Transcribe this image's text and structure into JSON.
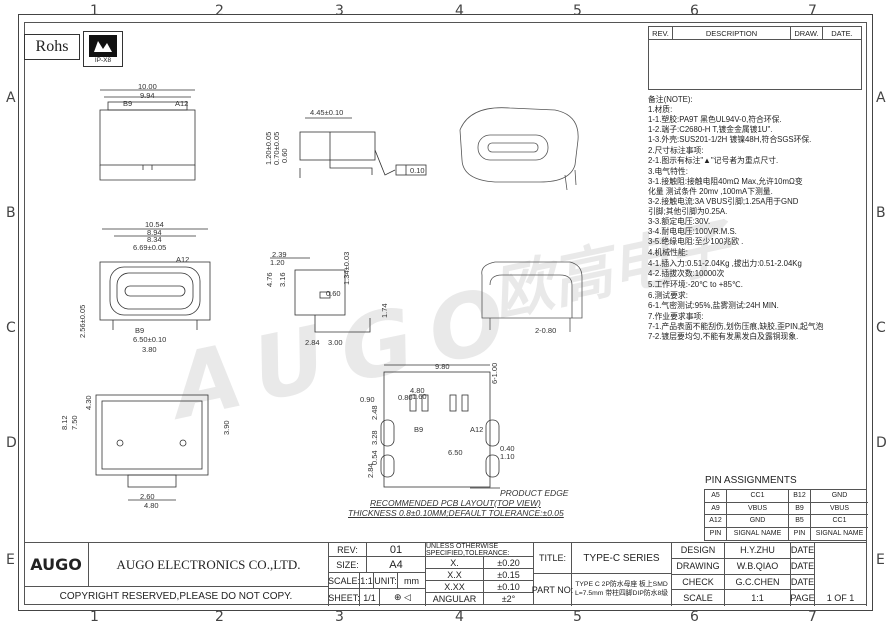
{
  "zones": {
    "cols": [
      "1",
      "2",
      "3",
      "4",
      "5",
      "6",
      "7"
    ],
    "rows": [
      "A",
      "B",
      "C",
      "D",
      "E"
    ]
  },
  "badges": {
    "rohs": "Rohs",
    "ip": "IP-X8"
  },
  "revision": {
    "headers": [
      "REV.",
      "DESCRIPTION",
      "DRAW.",
      "DATE."
    ]
  },
  "watermark": {
    "latin": "AUGO",
    "cjk": "欧高电子"
  },
  "dims": {
    "top_view": [
      "10.00",
      "9.94",
      "B9",
      "A12"
    ],
    "side_view": [
      "4.45±0.10",
      "1.20±0.05",
      "0.70±0.05",
      "0.60",
      "0.10"
    ],
    "front_view": [
      "10.54",
      "8.94",
      "8.34",
      "6.69±0.05",
      "A12",
      "B9",
      "6.50±0.10",
      "3.80",
      "2.56±0.05"
    ],
    "side_view2": [
      "2.39",
      "1.20",
      "4.76",
      "3.16",
      "0.60",
      "1.34±0.03",
      "2.84",
      "3.00",
      "1.74"
    ],
    "bottom_view": [
      "7.50",
      "4.30",
      "8.12",
      "3.90",
      "2.60",
      "4.80"
    ],
    "iso_dim": "2-0.80",
    "pcb": [
      "9.80",
      "4.80",
      "0.80",
      "1.60",
      "0.90",
      "B9",
      "A12",
      "2.48",
      "3.28",
      "6.50",
      "0.54",
      "0.40",
      "1.10",
      "2.84",
      "6-1.00"
    ]
  },
  "pcb_caption": {
    "line1": "PRODUCT EDGE",
    "line2": "RECOMMENDED PCB LAYOUT(TOP VIEW)",
    "line3": "THICKNESS 0.8±0.10MM;DEFAULT TOLERANCE:±0.05"
  },
  "notes": [
    "备注(NOTE):",
    "1.材质:",
    "1-1.塑胶:PA9T 黑色UL94V-0,符合环保.",
    "1-2.端子:C2680-H T,镀金金属镀1U\".",
    "1-3.外壳:SUS201-1/2H 镀镍48H,符合SGS环保.",
    "2.尺寸标注事项:",
    "2-1.图示有标注\"▲\"记号者为重点尺寸.",
    "3.电气特性:",
    "3-1.接触阻:接触电阻40mΩ Max,允许10mΩ变",
    "  化量 测试条件 20mv ,100mA下测量.",
    "3-2.接触电流:3A VBUS引脚;1.25A用于GND",
    "  引脚;其他引脚为0.25A.",
    "3-3.额定电压:30V.",
    "3-4.耐电电压:100VR.M.S.",
    "3-5.绝缘电阻:至少100兆欧 .",
    "4.机械性能:",
    "4-1.插入力:0.51-2.04Kg ,拔出力:0.51-2.04Kg",
    "4-2.插拔次数:10000次",
    "5.工作环境:-20℃ to +85℃.",
    "6.测试要求:",
    "6-1.气密测试:95%,盐雾测试:24H MIN.",
    "7.作业要求事项:",
    "7-1.产品表面不能刮伤,划伤压痕,缺胶,歪PIN,起气泡",
    "7-2.镀层要均匀,不能有发黑发白及露铜现象."
  ],
  "pins": {
    "title": "PIN ASSIGNMENTS",
    "rows": [
      [
        "A5",
        "CC1",
        "B12",
        "GND"
      ],
      [
        "A9",
        "VBUS",
        "B9",
        "VBUS"
      ],
      [
        "A12",
        "GND",
        "B5",
        "CC1"
      ]
    ],
    "footer": [
      "PIN",
      "SIGNAL NAME",
      "PIN",
      "SIGNAL NAME"
    ]
  },
  "title_block": {
    "logo": "AUGO",
    "company": "AUGO ELECTRONICS CO.,LTD.",
    "copyright": "COPYRIGHT RESERVED,PLEASE DO NOT COPY.",
    "rev_label": "REV:",
    "rev_value": "01",
    "size_label": "SIZE:",
    "size_value": "A4",
    "scale_label": "SCALE:",
    "scale_value": "1:1",
    "unit_label": "UNIT:",
    "unit_value": "mm",
    "sheet_label": "SHEET:",
    "sheet_value": "1/1",
    "tol_header": "UNLESS OTHERWISE SPECIFIED,TOLERANCE:",
    "tolerances": [
      [
        "X.",
        "±0.20"
      ],
      [
        "X.X",
        "±0.15"
      ],
      [
        "X.XX",
        "±0.10"
      ],
      [
        "ANGULAR",
        "±2°"
      ]
    ],
    "title_label": "TITLE:",
    "title_value": "TYPE-C SERIES",
    "partno_label": "PART NO:",
    "partno_line1": "TYPE C 2P防水母座 板上SMD",
    "partno_line2": "L=7.5mm 带柱四脚DIP防水8级",
    "sign": [
      [
        "DESIGN",
        "H.Y.ZHU",
        "DATE"
      ],
      [
        "DRAWING",
        "W.B.QIAO",
        "DATE"
      ],
      [
        "CHECK",
        "G.C.CHEN",
        "DATE"
      ],
      [
        "SCALE",
        "1:1",
        "PAGE",
        "1 OF 1"
      ]
    ]
  }
}
